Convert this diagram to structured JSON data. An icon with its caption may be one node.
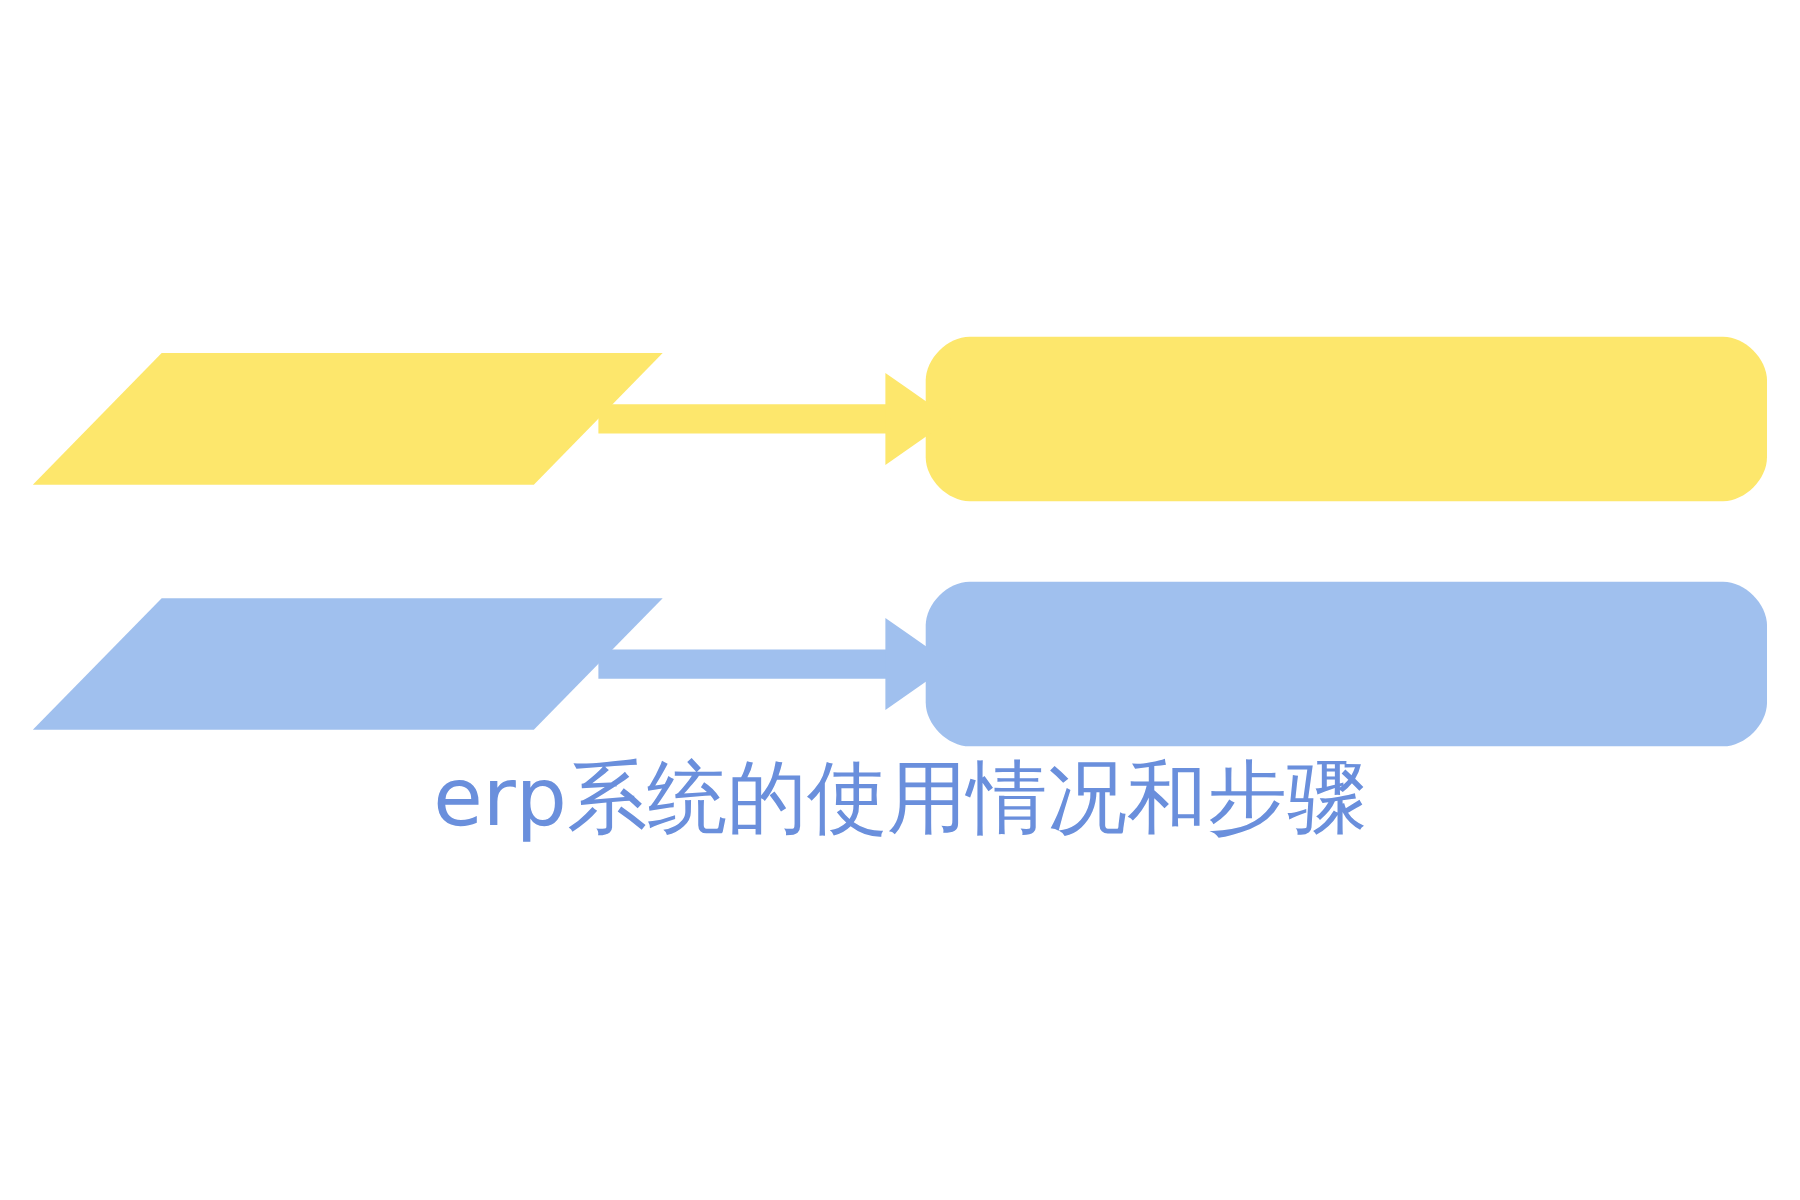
{
  "diagram": {
    "caption": "erp系统的使用情况和步骤",
    "nodes": [
      {
        "text": [],
        "shape": "parallelogram"
      },
      {
        "text": [],
        "shape": "box"
      },
      {
        "text": [],
        "shape": "parallelogram"
      },
      {
        "text": [],
        "shape": "box"
      }
    ],
    "edges": [
      {
        "from": 0,
        "to": 1,
        "arrow": "to",
        "color": "#fde76c"
      },
      {
        "from": 2,
        "to": 3,
        "arrow": "to",
        "color": "#a0c0ee"
      }
    ]
  }
}
